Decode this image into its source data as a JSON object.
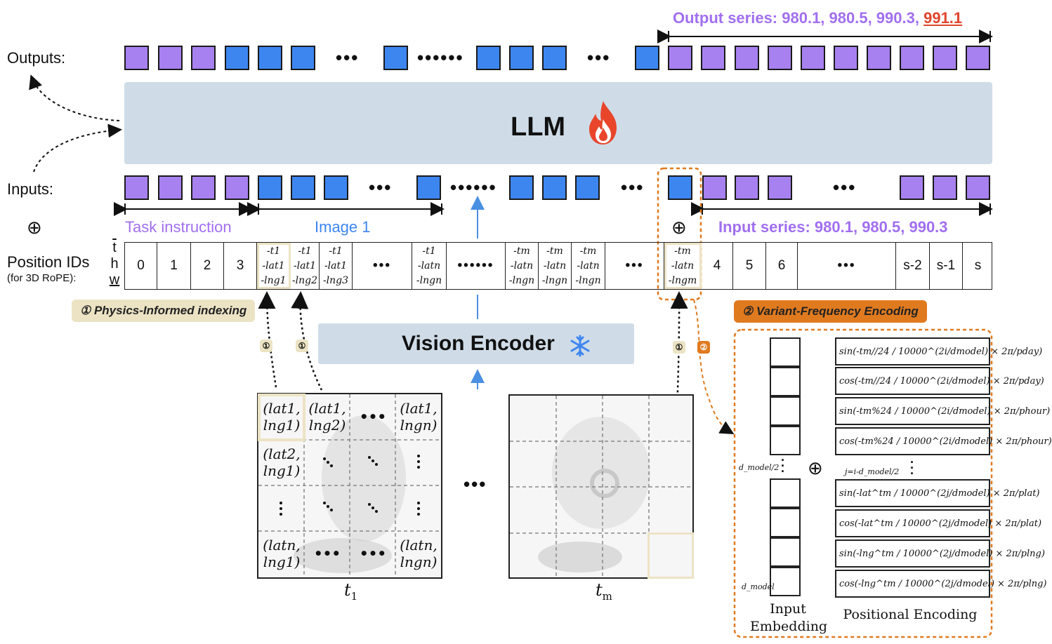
{
  "labels": {
    "outputs": "Outputs:",
    "inputs": "Inputs:",
    "oplus": "⊕",
    "position_ids": "Position IDs",
    "position_ids_sub": "(for 3D RoPE):",
    "axis_t": "t",
    "axis_h": "h",
    "axis_w": "w",
    "llm": "LLM",
    "vision_encoder": "Vision Encoder",
    "task_instruction": "Task instruction",
    "image_1": "Image 1",
    "input_series": "Input series: 980.1, 980.5, 990.3",
    "output_series_prefix": "Output series: 980.1, 980.5, 990.3, ",
    "output_series_pred": "991.1",
    "ellipsis": "•••",
    "long_ellipsis": "••••••",
    "time_t1": "t",
    "time_t1_sub": "1",
    "time_tm": "t",
    "time_tm_sub": "m",
    "input_embedding": "Input Embedding",
    "positional_encoding": "Positional Encoding",
    "dmodel_half": "d_model/2",
    "dmodel": "d_model",
    "j_index": "j=i-d_model/2"
  },
  "tags": {
    "physics": "① Physics-Informed indexing",
    "variant": "② Variant-Frequency Encoding",
    "badge1": "①",
    "badge2": "②"
  },
  "position_ids": {
    "task_ids": [
      "0",
      "1",
      "2",
      "3"
    ],
    "series_ids": [
      "4",
      "5",
      "6"
    ],
    "tail_ids": [
      "s-2",
      "s-1",
      "s"
    ],
    "img1_cells": [
      [
        "-t1",
        "-lat1",
        "-lng1"
      ],
      [
        "-t1",
        "-lat1",
        "-lng2"
      ],
      [
        "-t1",
        "-lat1",
        "-lng3"
      ],
      [
        "-t1",
        "-latn",
        "-lngn"
      ]
    ],
    "imgm_cells": [
      [
        "-tm",
        "-latn",
        "-lngn"
      ],
      [
        "-tm",
        "-latn",
        "-lngn"
      ],
      [
        "-tm",
        "-latn",
        "-lngn"
      ],
      [
        "-tm",
        "-latn",
        "-lngm"
      ]
    ]
  },
  "grid_t1": {
    "c11": "(lat1, lng1)",
    "c12": "(lat1, lng2)",
    "c1n": "(lat1, lngn)",
    "c21": "(lat2, lng1)",
    "cn1": "(latn, lng1)",
    "cnn": "(latn, lngn)"
  },
  "positional_encoding_rows": [
    "sin(-tm//24 / 10000^(2i/dmodel) × 2π/pday)",
    "cos(-tm//24 / 10000^(2i/dmodel) × 2π/pday)",
    "sin(-tm%24 / 10000^(2i/dmodel) × 2π/phour)",
    "cos(-tm%24 / 10000^(2i/dmodel) × 2π/phour)",
    "sin(-lat^tm / 10000^(2j/dmodel) × 2π/plat)",
    "cos(-lat^tm / 10000^(2j/dmodel) × 2π/plat)",
    "sin(-lng^tm / 10000^(2j/dmodel) × 2π/plng)",
    "cos(-lng^tm / 10000^(2j/dmodel) × 2π/plng)"
  ],
  "colors": {
    "purple": "#a881f0",
    "blue": "#3d86f0",
    "llm_bg": "#cfdce8",
    "orange": "#e07a1f",
    "tan": "#ece3c4",
    "red": "#e0452b"
  },
  "icons": {
    "fire": "fire-icon",
    "snowflake": "snowflake-icon"
  }
}
